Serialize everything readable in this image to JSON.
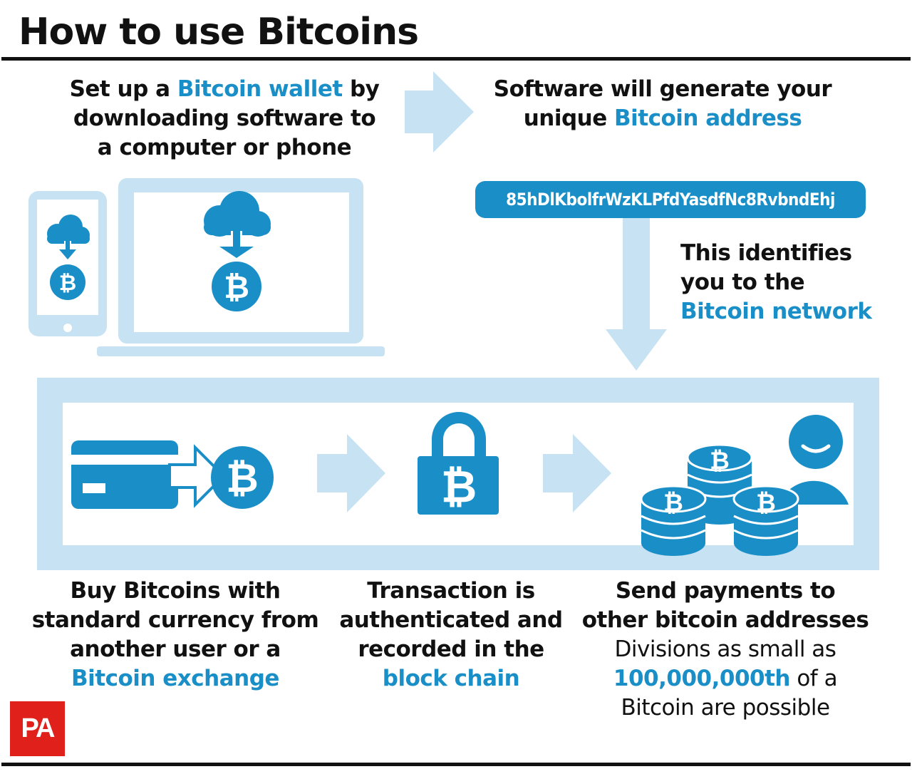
{
  "title": "How to use Bitcoins",
  "step1": {
    "pre": "Set up a ",
    "hl": "Bitcoin wallet",
    "post1": " by",
    "line2": "downloading software to",
    "line3": "a computer or phone"
  },
  "step2": {
    "line1": "Software will generate your",
    "pre": "unique ",
    "hl": "Bitcoin address"
  },
  "address": "85hDlKbolfrWzKLPfdYasdfNc8RvbndEhj",
  "identifies": {
    "line1": "This identifies",
    "line2": "you to the",
    "hl": "Bitcoin network"
  },
  "buy": {
    "line1": "Buy Bitcoins with",
    "line2": "standard currency from",
    "line3": "another user or a",
    "hl": "Bitcoin exchange"
  },
  "transaction": {
    "line1": "Transaction is",
    "line2": "authenticated and",
    "line3": "recorded in the",
    "hl": "block chain"
  },
  "send": {
    "line1": "Send payments to",
    "line2": "other bitcoin addresses",
    "div1": "Divisions as small as",
    "div_hl": "100,000,000th",
    "div_post": " of a",
    "div3": "Bitcoin are possible"
  },
  "icons": {
    "bitcoin_symbol": "₿"
  },
  "logo": "PA",
  "colors": {
    "accent": "#1a8fc7",
    "light": "#c7e2f3",
    "logo_red": "#e0201b"
  }
}
